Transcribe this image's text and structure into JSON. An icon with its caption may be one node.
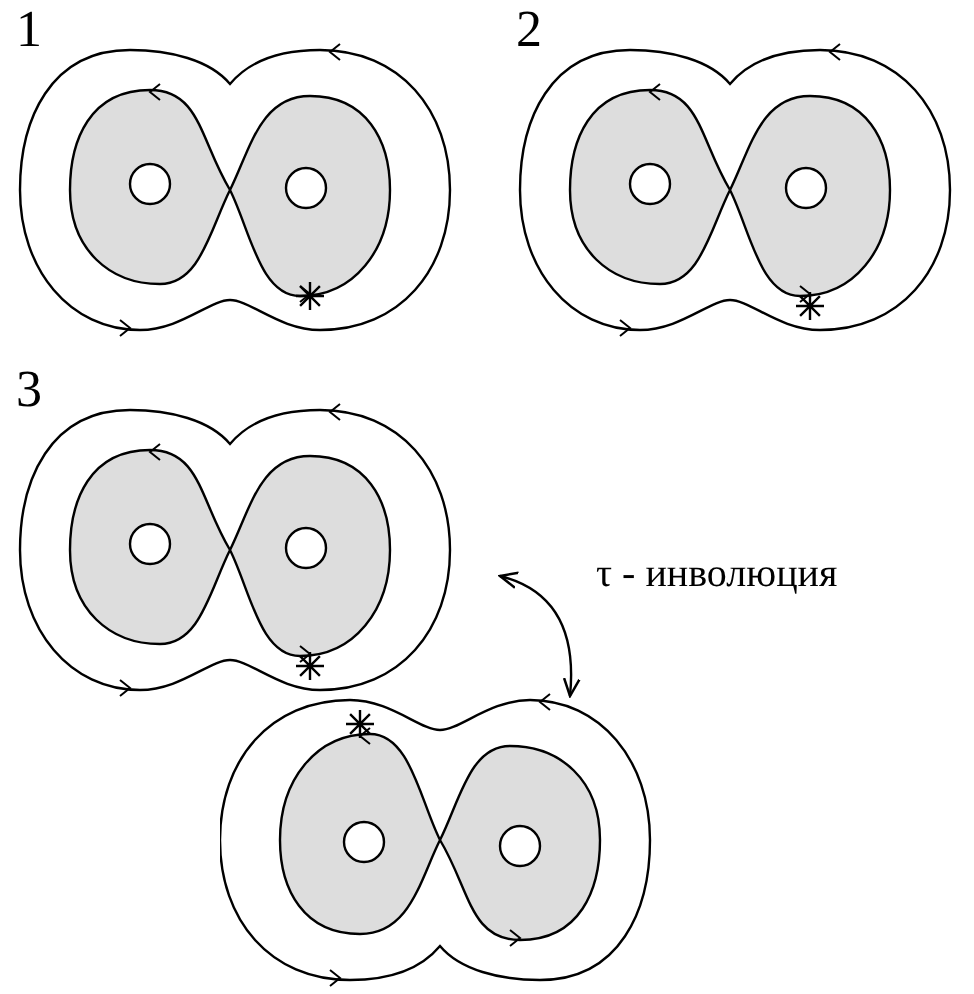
{
  "diagram": {
    "nodes": [
      {
        "text": [],
        "shape": "picture",
        "beside": [
          "1"
        ]
      },
      {
        "text": [],
        "shape": "picture",
        "beside": [
          "2"
        ]
      },
      {
        "text": [],
        "shape": "picture",
        "beside": [
          "3"
        ]
      },
      {
        "text": [],
        "shape": "picture"
      }
    ],
    "edges": [
      {
        "from": 2,
        "to": 3,
        "arrow": "both",
        "label": "τ - инволюция"
      }
    ]
  }
}
